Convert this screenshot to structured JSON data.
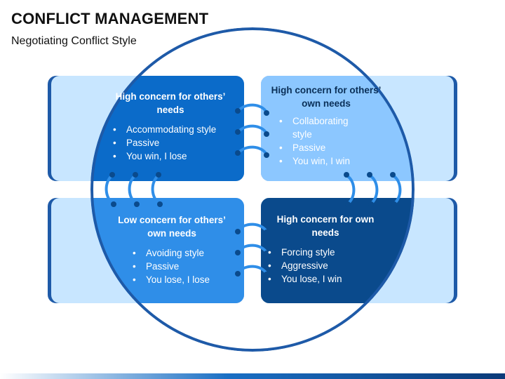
{
  "title": "CONFLICT MANAGEMENT",
  "subtitle": "Negotiating Conflict Style",
  "colors": {
    "light_panel": "#c8e6ff",
    "mid_blue": "#2f8ee8",
    "dark_blue": "#0b57a6",
    "navy": "#0a4a8c",
    "pale_blue": "#8cc7ff",
    "outline": "#1e5aa8"
  },
  "quadrants": {
    "top_left": {
      "heading": "High concern for others’ needs",
      "bullets": [
        "Accommodating style",
        "Passive",
        "You win, I lose"
      ]
    },
    "top_right": {
      "heading": "High concern for others’ own needs",
      "bullets": [
        "Collaborating style",
        "Passive",
        "You win, I win"
      ]
    },
    "bottom_left": {
      "heading": "Low concern for others’ own needs",
      "bullets": [
        "Avoiding style",
        "Passive",
        "You lose, I lose"
      ]
    },
    "bottom_right": {
      "heading": "High concern for own needs",
      "bullets": [
        "Forcing style",
        "Aggressive",
        "You lose, I win"
      ]
    }
  }
}
